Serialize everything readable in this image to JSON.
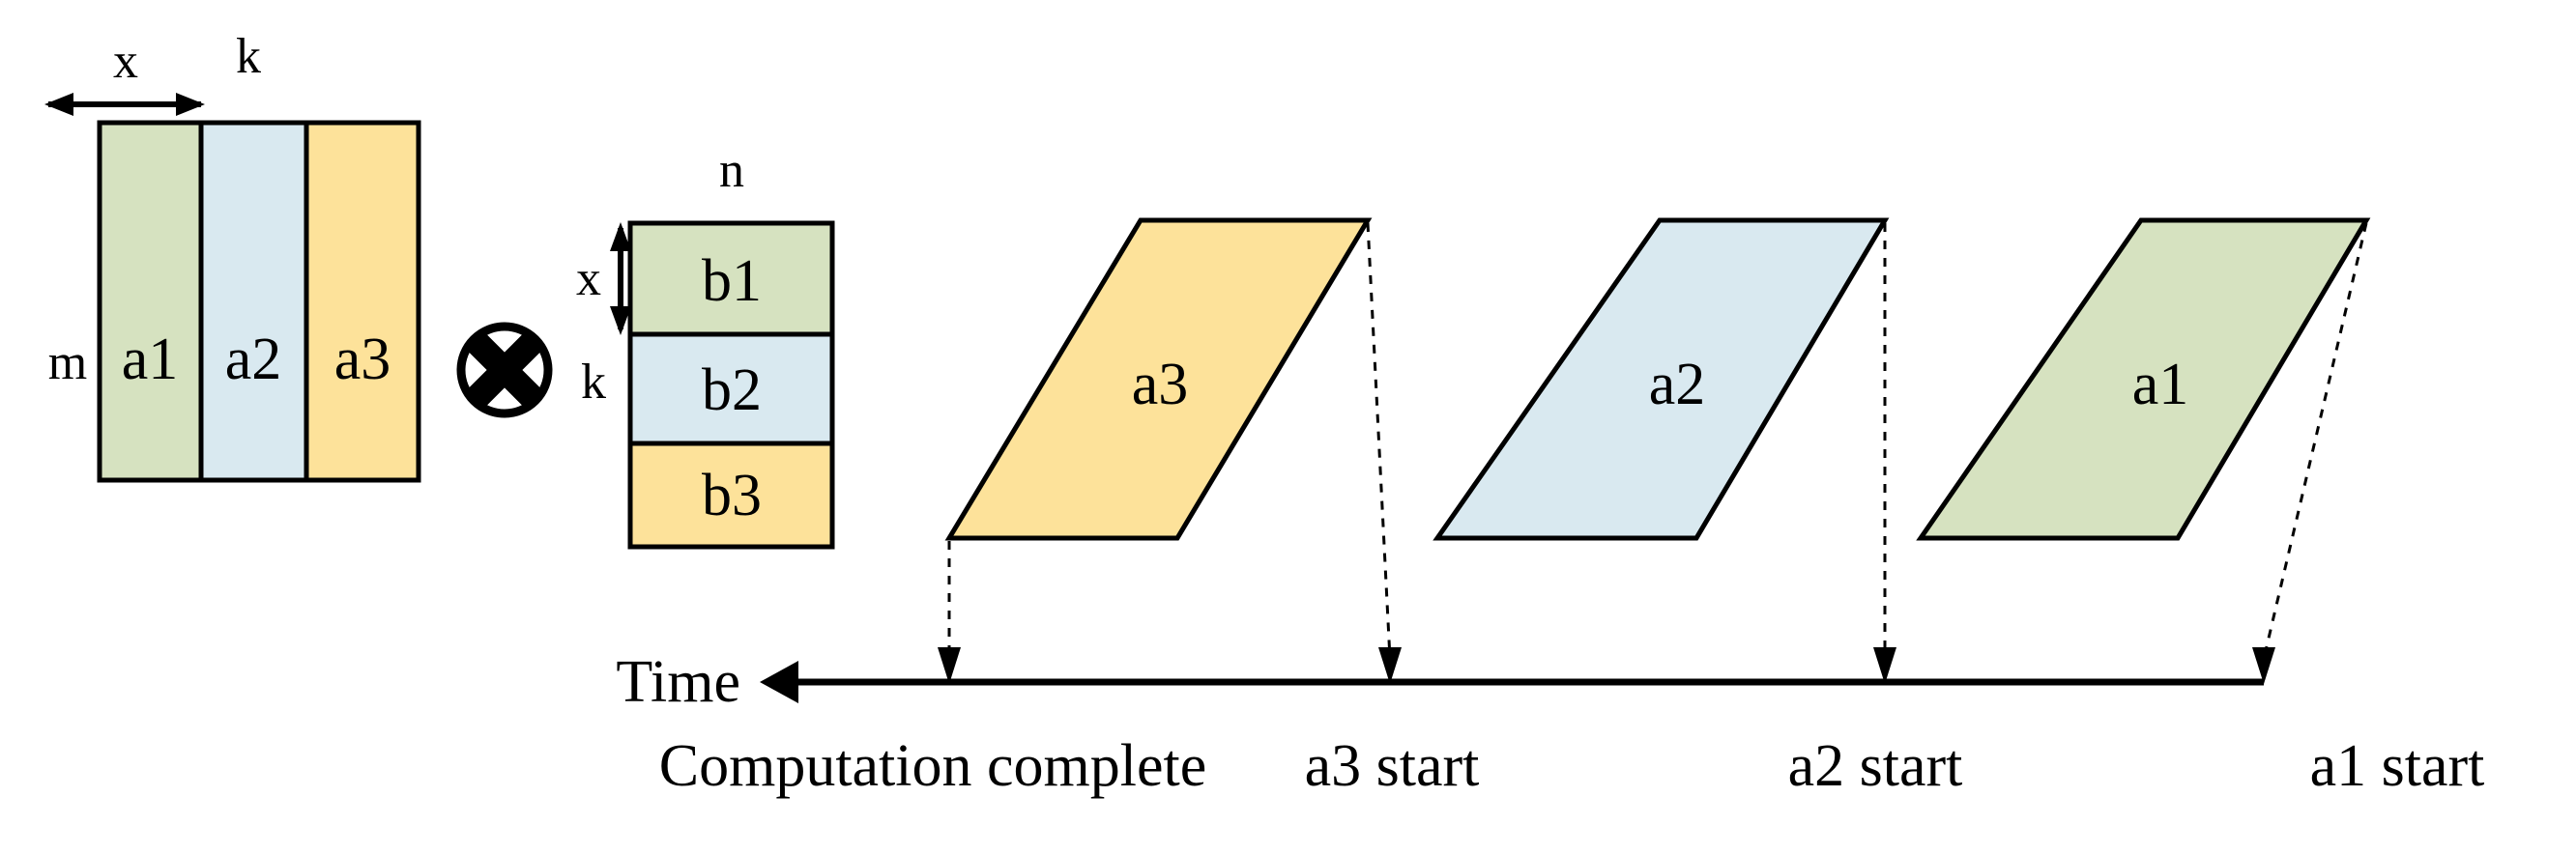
{
  "figure": {
    "type": "diagram",
    "description": "Matrix multiplication tiling and pipelined execution timeline",
    "colors": {
      "green": "#d6e2c0",
      "blue": "#d9e9f0",
      "yellow": "#fde29a",
      "outline": "#000000",
      "background": "#ffffff"
    }
  },
  "matrix_a": {
    "row_label": "m",
    "col_span_label": "x",
    "col_label": "k",
    "tiles": [
      {
        "label": "a1",
        "color": "#d6e2c0"
      },
      {
        "label": "a2",
        "color": "#d9e9f0"
      },
      {
        "label": "a3",
        "color": "#fde29a"
      }
    ]
  },
  "operator": {
    "symbol": "cross-in-circle",
    "meaning": "multiply"
  },
  "matrix_b": {
    "col_label": "n",
    "row_span_label": "x",
    "row_label": "k",
    "tiles": [
      {
        "label": "b1",
        "color": "#d6e2c0"
      },
      {
        "label": "b2",
        "color": "#d9e9f0"
      },
      {
        "label": "b3",
        "color": "#fde29a"
      }
    ]
  },
  "timeline": {
    "axis_label": "Time",
    "direction": "right-to-left",
    "blocks": [
      {
        "label": "a3",
        "color": "#fde29a"
      },
      {
        "label": "a2",
        "color": "#d9e9f0"
      },
      {
        "label": "a1",
        "color": "#d6e2c0"
      }
    ],
    "ticks": [
      {
        "label": "Computation complete"
      },
      {
        "label": "a3 start"
      },
      {
        "label": "a2 start"
      },
      {
        "label": "a1 start"
      }
    ]
  }
}
